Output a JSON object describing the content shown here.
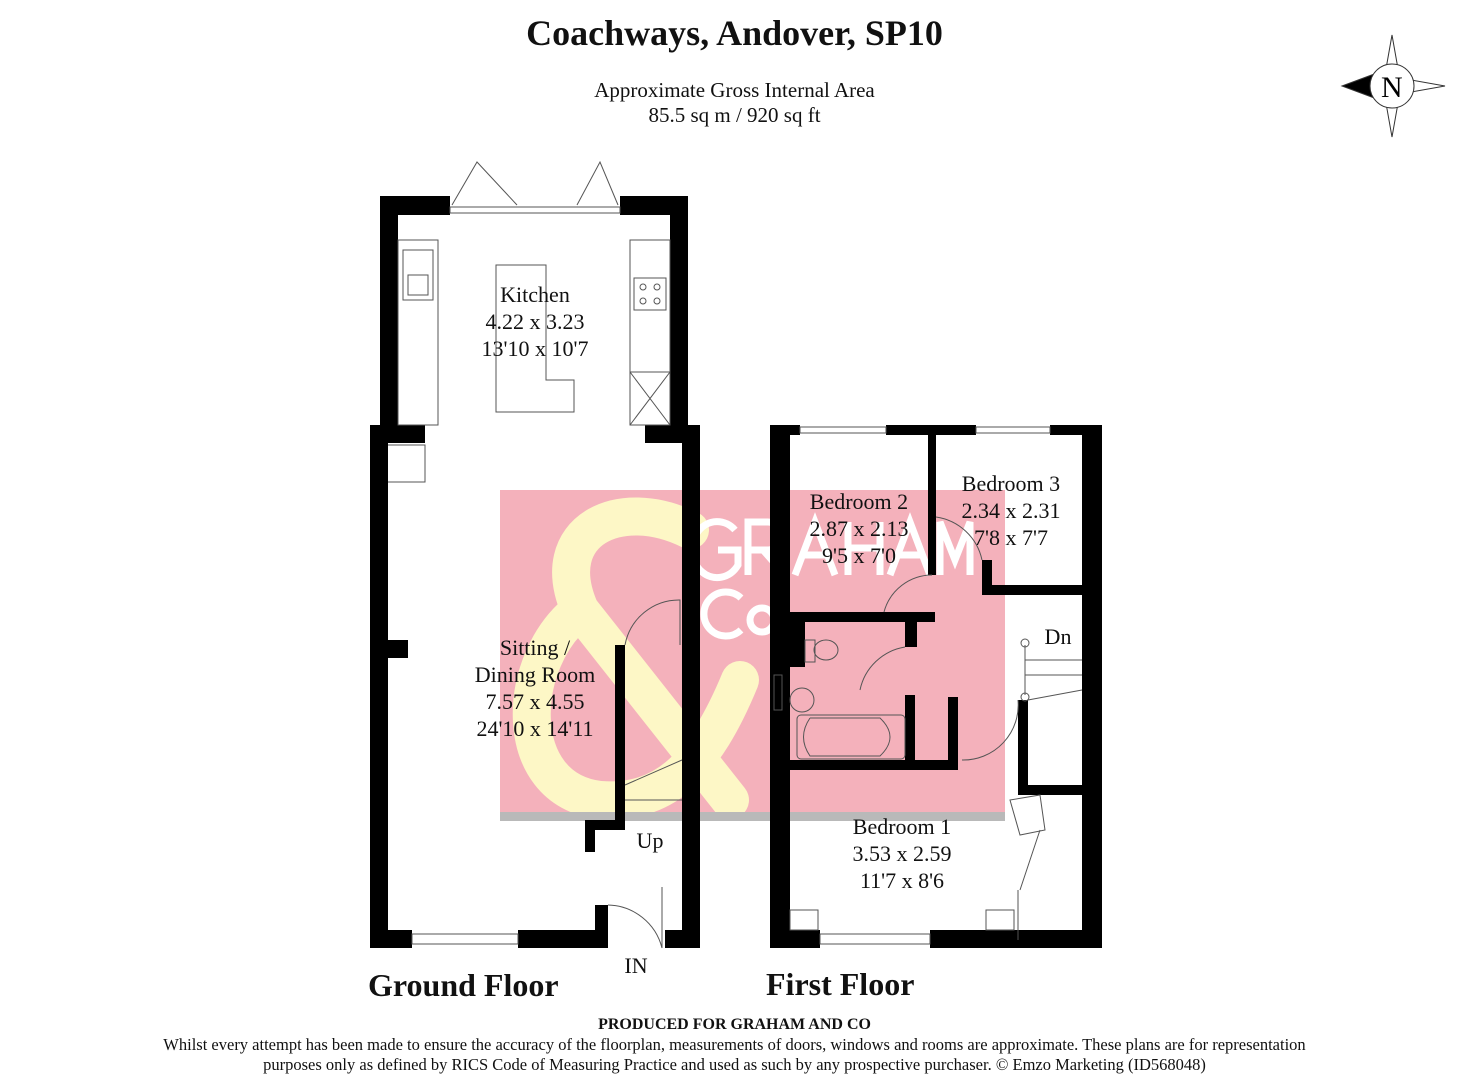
{
  "header": {
    "title": "Coachways, Andover, SP10",
    "area_label": "Approximate Gross Internal Area",
    "area_value": "85.5 sq m / 920 sq ft"
  },
  "compass": {
    "label": "N",
    "icon": "north-compass-icon"
  },
  "watermark": {
    "text1": "GRAHAM",
    "text2": "Co",
    "symbol": "&",
    "colors": {
      "background": "#f4b1bb",
      "symbol": "#fdf7c6"
    }
  },
  "ground_floor": {
    "label": "Ground Floor",
    "rooms": [
      {
        "name": "Kitchen",
        "metric": "4.22 x 3.23",
        "imperial": "13'10 x 10'7"
      },
      {
        "name": "Sitting /",
        "name2": "Dining Room",
        "metric": "7.57 x 4.55",
        "imperial": "24'10 x 14'11"
      }
    ],
    "stairs": "Up",
    "entrance": "IN"
  },
  "first_floor": {
    "label": "First Floor",
    "rooms": [
      {
        "name": "Bedroom 2",
        "metric": "2.87 x 2.13",
        "imperial": "9'5 x 7'0"
      },
      {
        "name": "Bedroom 3",
        "metric": "2.34 x 2.31",
        "imperial": "7'8 x 7'7"
      },
      {
        "name": "Bedroom 1",
        "metric": "3.53 x 2.59",
        "imperial": "11'7 x 8'6"
      }
    ],
    "stairs": "Dn"
  },
  "footer": {
    "produced": "PRODUCED FOR GRAHAM AND CO",
    "line1": "Whilst every attempt has been made to ensure the accuracy of the floorplan, measurements of doors, windows and rooms are approximate. These plans are for representation",
    "line2": "purposes only as defined by RICS Code of Measuring Practice and used as such by any prospective purchaser. © Emzo Marketing (ID568048)"
  }
}
